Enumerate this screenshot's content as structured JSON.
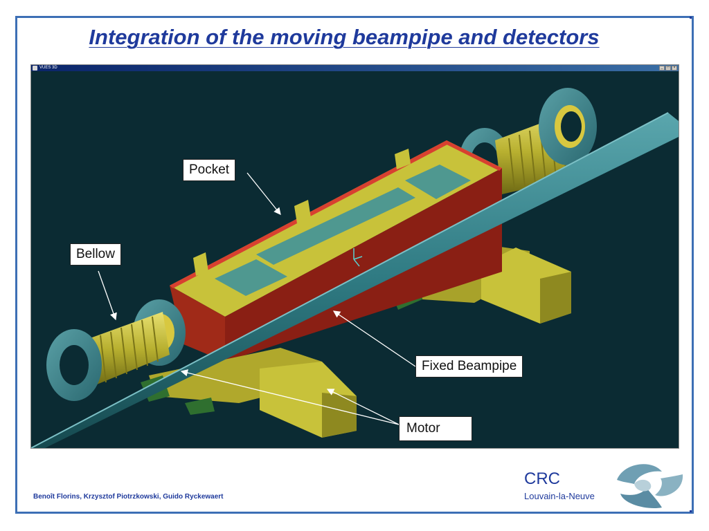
{
  "slide": {
    "title": "Integration of the moving beampipe and detectors",
    "authors": "Benoît Florins, Krzysztof Piotrzkowski, Guido Ryckewaert"
  },
  "viewer": {
    "window_title": "VUES 3D",
    "controls": [
      "_",
      "□",
      "×"
    ]
  },
  "callouts": {
    "pocket": "Pocket",
    "bellow": "Bellow",
    "fixed_beampipe": "Fixed Beampipe",
    "motor": "Motor"
  },
  "logo": {
    "name": "CRC",
    "location": "Louvain-la-Neuve"
  },
  "colors": {
    "title": "#1f3a9c",
    "frame": "#3d6fb5",
    "viewport_bg": "#0b2b33",
    "pocket_yellow": "#c8c23a",
    "pocket_red": "#8a1f14",
    "beampipe_teal": "#2f7a82",
    "window_teal": "#3f8f8c"
  }
}
